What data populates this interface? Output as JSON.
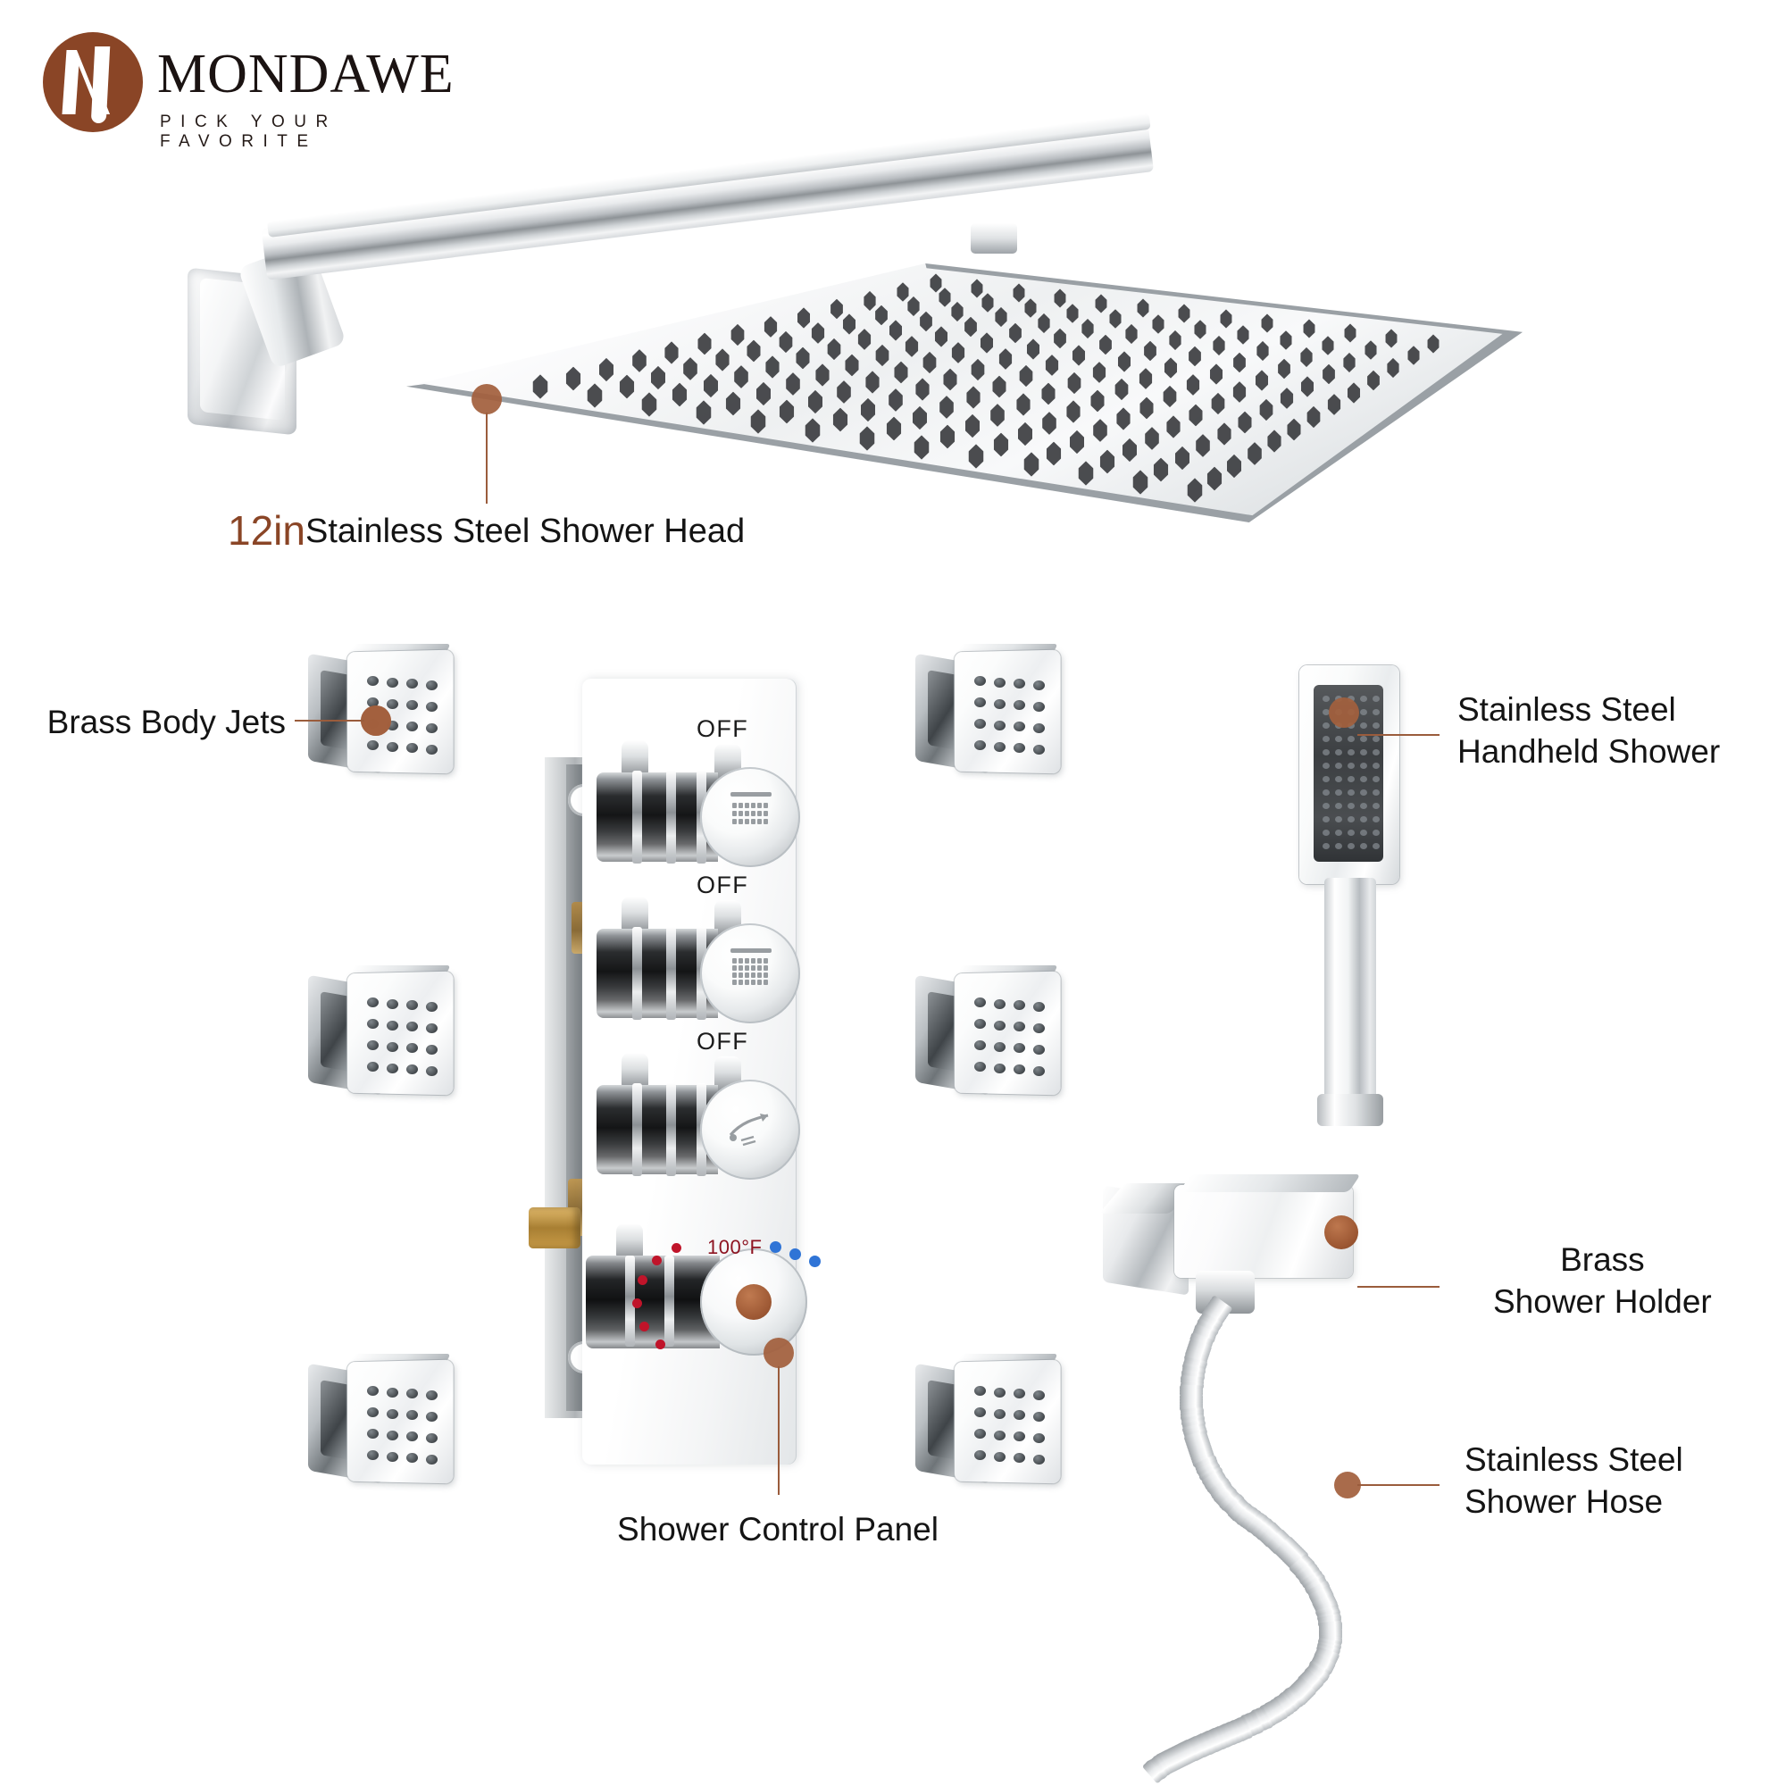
{
  "brand": {
    "name": "MONDAWE",
    "tagline": "PICK YOUR FAVORITE",
    "logo_icon": "mondawe-monogram-icon",
    "brand_color": "#8a4526"
  },
  "theme": {
    "callout_dot_color": "#a2603d",
    "leader_line_color": "#9a5c3c",
    "label_text_color": "#141414",
    "highlight_text_color": "#8a4526",
    "hot_indicator_color": "#c0142a",
    "cold_indicator_color": "#2b6fd4",
    "temp_text_color": "#8d1220"
  },
  "callouts": {
    "shower_head": {
      "size_prefix": "12in",
      "text": "Stainless Steel Shower Head"
    },
    "body_jets": {
      "text": "Brass Body Jets"
    },
    "handheld": {
      "line1": "Stainless Steel",
      "line2": "Handheld Shower"
    },
    "holder": {
      "line1": "Brass",
      "line2": "Shower Holder"
    },
    "hose": {
      "line1": "Stainless Steel",
      "line2": "Shower Hose"
    },
    "control_panel": {
      "text": "Shower Control Panel"
    }
  },
  "control_panel": {
    "knobs": [
      {
        "id": "knob-rainhead",
        "status_label": "OFF",
        "face_icon": "rain-shower-icon"
      },
      {
        "id": "knob-bodyjets",
        "status_label": "OFF",
        "face_icon": "body-jet-grid-icon"
      },
      {
        "id": "knob-handheld",
        "status_label": "OFF",
        "face_icon": "handheld-spray-icon"
      }
    ],
    "thermostat": {
      "temperature_label": "100°F",
      "hot_dot_count": 6,
      "cold_dot_count": 3,
      "safety_button_icon": "temperature-override-button-icon"
    }
  },
  "parts": {
    "shower_arm": "wall-mount-shower-arm",
    "rain_head": "square-rain-shower-head",
    "body_jet_count": 6,
    "handheld": "square-handheld-shower-wand",
    "holder": "wall-mount-handheld-holder",
    "hose": "flexible-stainless-shower-hose"
  }
}
